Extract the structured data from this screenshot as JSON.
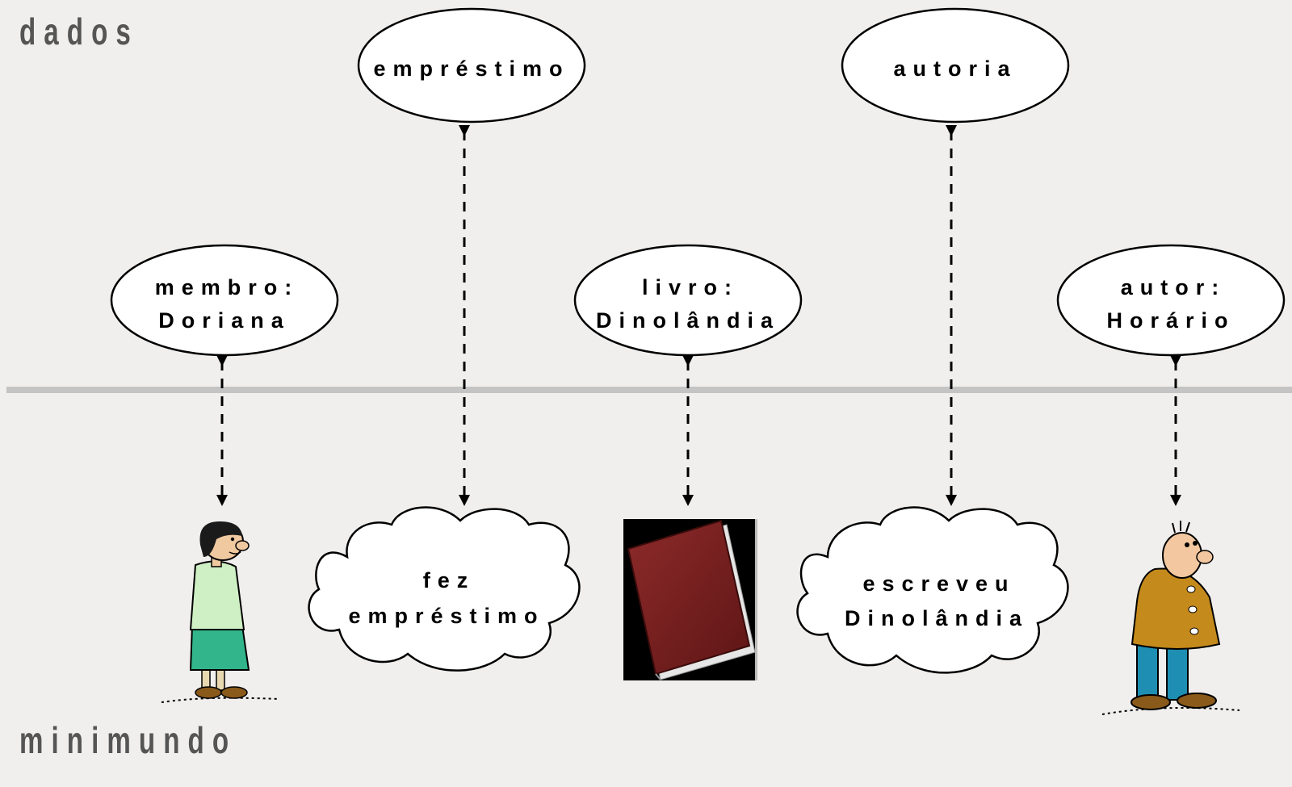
{
  "labels": {
    "top_left": "dados",
    "bottom_left": "minimundo"
  },
  "data_nodes": [
    {
      "id": "emprestimo",
      "lines": [
        "empréstimo"
      ]
    },
    {
      "id": "autoria",
      "lines": [
        "autoria"
      ]
    },
    {
      "id": "membro",
      "lines": [
        "membro:",
        "Doriana"
      ]
    },
    {
      "id": "livro",
      "lines": [
        "livro:",
        "Dinolândia"
      ]
    },
    {
      "id": "autor",
      "lines": [
        "autor:",
        "Horário"
      ]
    }
  ],
  "world_events": [
    {
      "id": "fez-emprestimo",
      "lines": [
        "fez",
        "empréstimo"
      ]
    },
    {
      "id": "escreveu-dinolandia",
      "lines": [
        "escreveu",
        "Dinolândia"
      ]
    }
  ],
  "world_objects": [
    {
      "id": "doriana",
      "icon": "woman-figure-icon"
    },
    {
      "id": "book",
      "icon": "book-icon"
    },
    {
      "id": "horario",
      "icon": "man-figure-icon"
    }
  ],
  "colors": {
    "separator": "#c4c4c4",
    "label": "#555555",
    "book": "#7a1f1f",
    "blouse": "#cfefc4",
    "skirt": "#32b58a",
    "coat": "#c58a1c",
    "pants": "#1e8fb3"
  }
}
